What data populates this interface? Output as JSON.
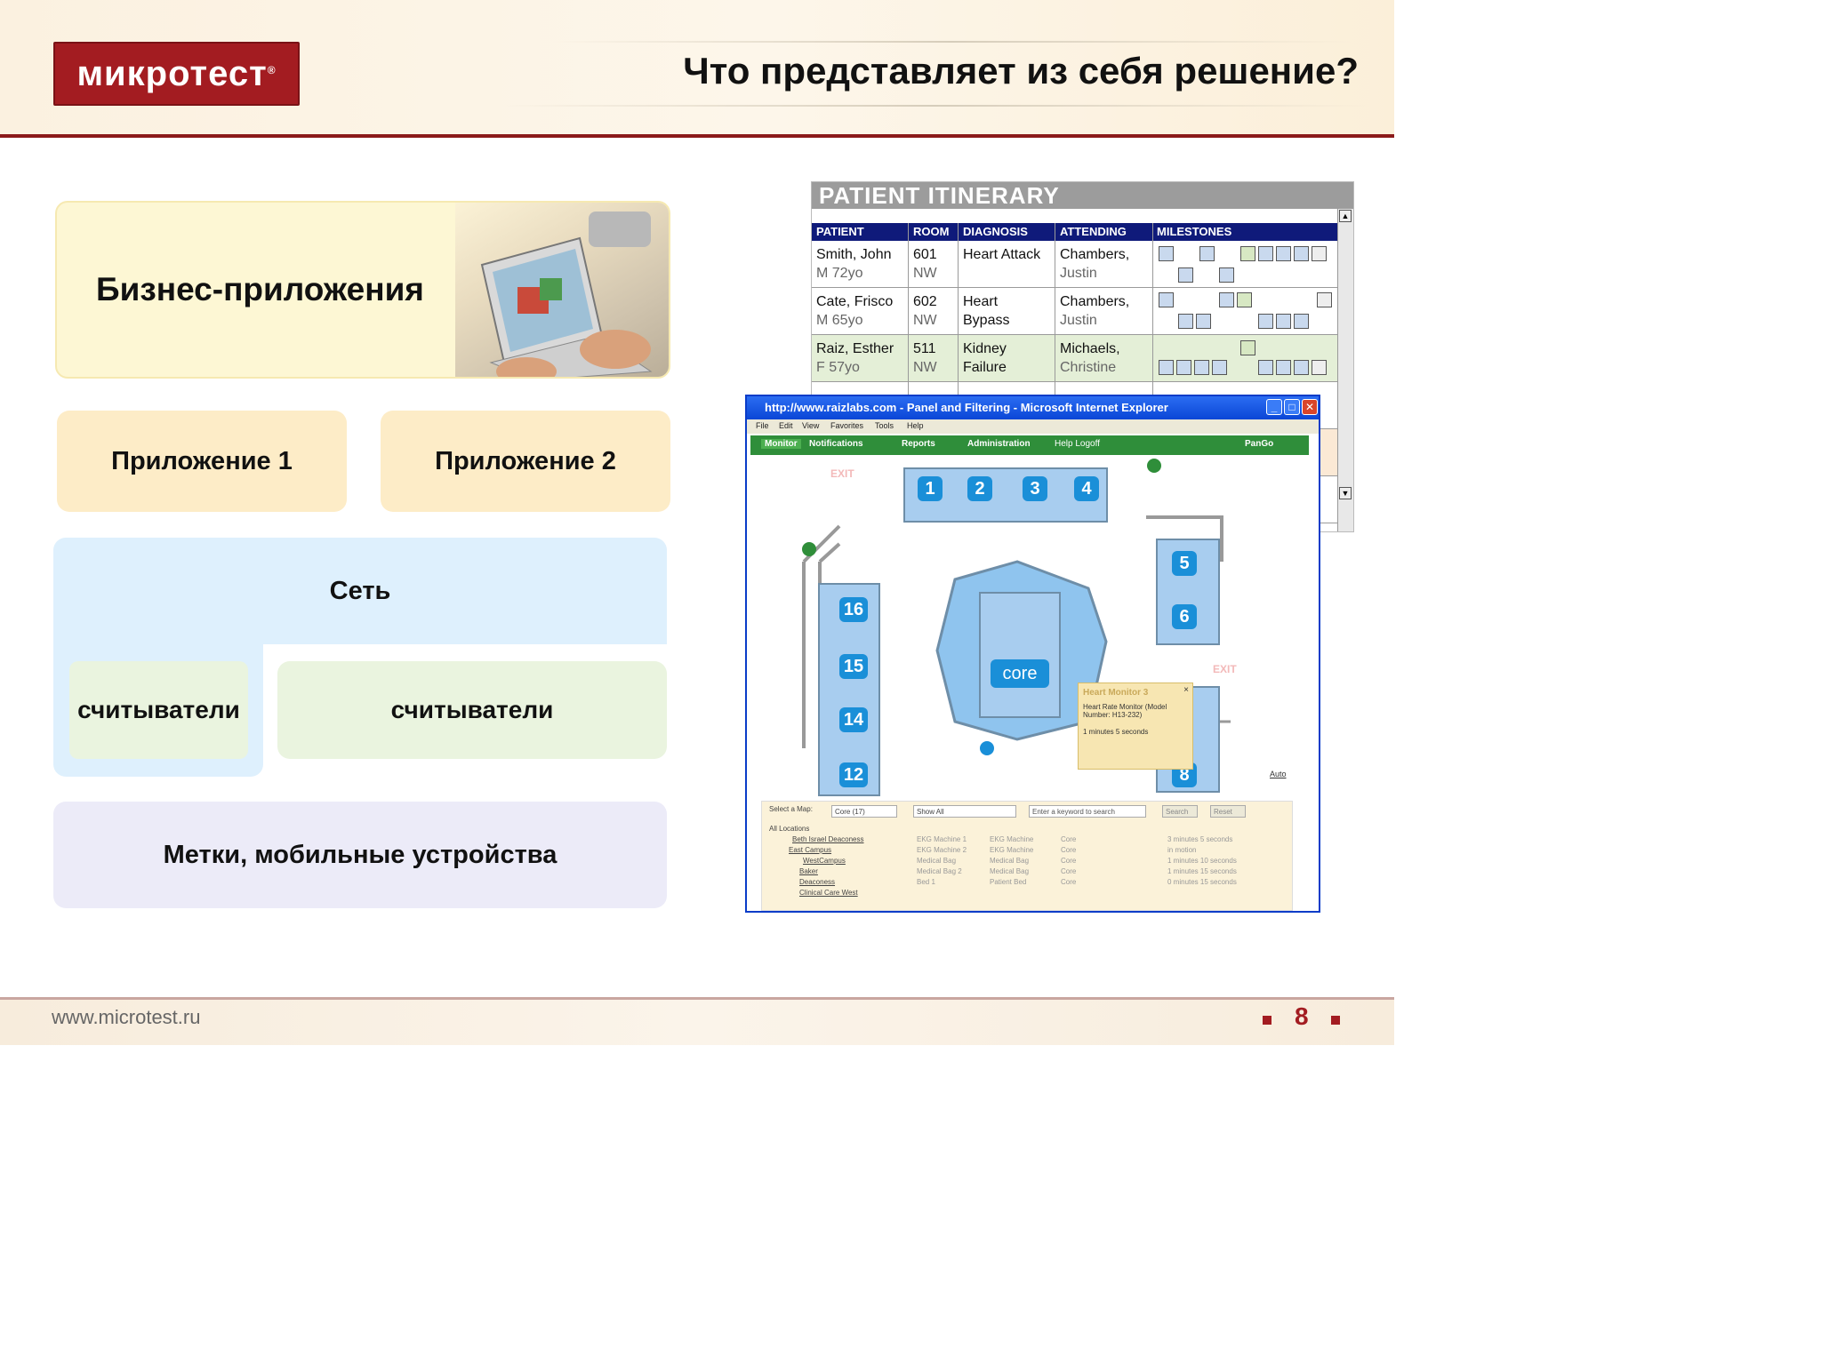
{
  "header": {
    "logo": "микротест",
    "logo_reg": "®",
    "title": "Что представляет из себя решение?"
  },
  "diagram": {
    "business_apps": "Бизнес-приложения",
    "app1": "Приложение 1",
    "app2": "Приложение 2",
    "network": "Сеть",
    "readers_left": "считыватели",
    "readers_right": "считыватели",
    "tags": "Метки, мобильные устройства"
  },
  "itinerary": {
    "title": "PATIENT ITINERARY",
    "columns": [
      "PATIENT",
      "ROOM",
      "DIAGNOSIS",
      "ATTENDING",
      "MILESTONES"
    ],
    "rows": [
      {
        "name": "Smith, John",
        "info": "M 72yo",
        "room": "601",
        "wing": "NW",
        "diag1": "Heart Attack",
        "diag2": "",
        "att1": "Chambers,",
        "att2": "Justin"
      },
      {
        "name": "Cate, Frisco",
        "info": "M 65yo",
        "room": "602",
        "wing": "NW",
        "diag1": "Heart",
        "diag2": "Bypass",
        "att1": "Chambers,",
        "att2": "Justin"
      },
      {
        "name": "Raiz, Esther",
        "info": "F 57yo",
        "room": "511",
        "wing": "NW",
        "diag1": "Kidney",
        "diag2": "Failure",
        "att1": "Michaels,",
        "att2": "Christine"
      }
    ]
  },
  "browser": {
    "title": "http://www.raizlabs.com - Panel and Filtering - Microsoft Internet Explorer",
    "menu": [
      "File",
      "Edit",
      "View",
      "Favorites",
      "Tools",
      "Help"
    ],
    "nav": [
      "Monitor",
      "Notifications",
      "Reports",
      "Administration",
      "Help Logoff"
    ],
    "brand": "PanGo",
    "rooms": [
      "1",
      "2",
      "3",
      "4",
      "5",
      "6",
      "16",
      "15",
      "14",
      "12",
      "8"
    ],
    "core": "core",
    "exit": "EXIT",
    "popup": {
      "title": "Heart Monitor 3",
      "desc": "Heart Rate Monitor (Model Number: H13-232)",
      "time": "1 minutes 5 seconds"
    },
    "auto": "Auto",
    "select_map_label": "Select a Map:",
    "map_value": "Core (17)",
    "filter_value": "Show All",
    "search_placeholder": "Enter a keyword to search",
    "search_btn": "Search",
    "reset_btn": "Reset",
    "all_locations": "All Locations",
    "tree": [
      "Beth Israel Deaconess",
      "East Campus",
      "WestCampus",
      "Baker",
      "Deaconess",
      "Clinical Care West"
    ],
    "list": [
      "EKG Machine 1",
      "EKG Machine 2",
      "Medical Bag",
      "Medical Bag 2",
      "Bed 1"
    ],
    "types": [
      "EKG Machine",
      "EKG Machine",
      "Medical Bag",
      "Medical Bag",
      "Patient Bed"
    ],
    "locs": [
      "Core",
      "Core",
      "Core",
      "Core",
      "Core"
    ],
    "status": [
      "3 minutes 5 seconds",
      "in motion",
      "1 minutes 10 seconds",
      "1 minutes 15 seconds",
      "0 minutes 15 seconds"
    ]
  },
  "footer": {
    "url": "www.microtest.ru",
    "page": "8"
  },
  "colors": {
    "brand_red": "#a31c21",
    "itinerary_header": "#0f1a7a",
    "room_blue": "#1a8fd8"
  }
}
